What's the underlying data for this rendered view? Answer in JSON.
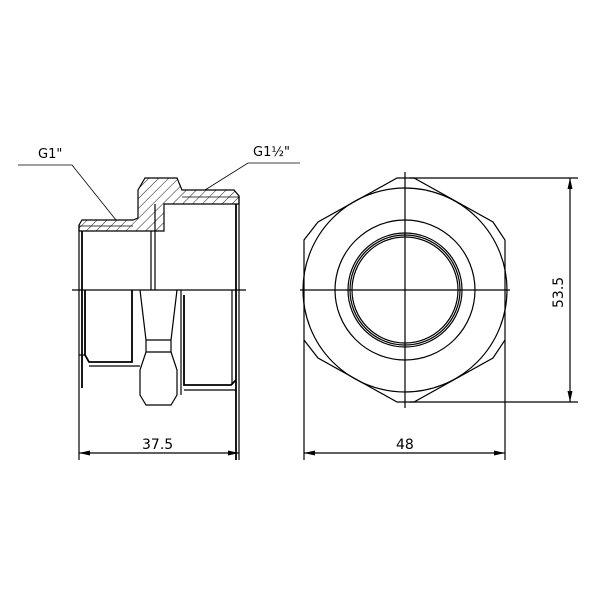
{
  "drawing": {
    "subject": "Reducing nipple fitting, side section view and end view",
    "labels": {
      "thread_small": "G1\"",
      "thread_large": "G1½\""
    },
    "dimensions": {
      "length": "37.5",
      "width_across_flats": "48",
      "width_across_corners": "53.5"
    },
    "colors": {
      "line": "#000000",
      "background": "#ffffff"
    }
  }
}
